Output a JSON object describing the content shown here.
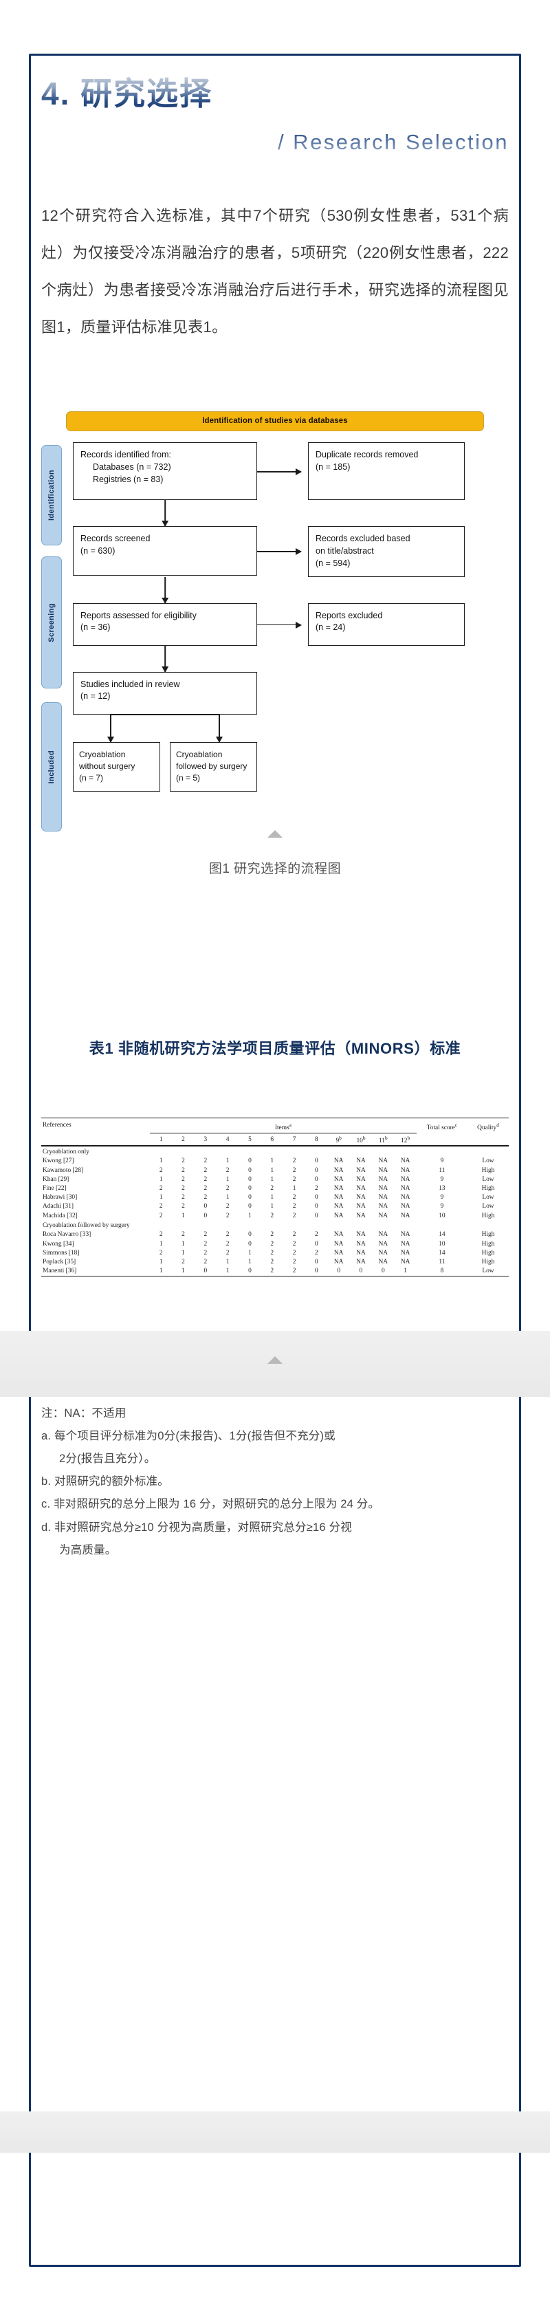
{
  "theme": {
    "frame_color": "#123266",
    "title_dark": "#14356b",
    "title_light": "#c6cfdd",
    "banner_yellow": "#f5b50f",
    "stage_blue": "#b6d1ea",
    "table_title_color": "#15325e"
  },
  "header": {
    "title_cn": "4. 研究选择",
    "title_en": "/ Research Selection"
  },
  "body": {
    "paragraph": "12个研究符合入选标准，其中7个研究（530例女性患者，531个病灶）为仅接受冷冻消融治疗的患者，5项研究（220例女性患者，222个病灶）为患者接受冷冻消融治疗后进行手术，研究选择的流程图见图1，质量评估标准见表1。"
  },
  "flowchart": {
    "banner": "Identification of studies via databases",
    "stages": [
      {
        "label": "Identification"
      },
      {
        "label": "Screening"
      },
      {
        "label": "Included"
      }
    ],
    "boxes": {
      "identified_title": "Records identified from:",
      "identified_line1": "Databases (n = 732)",
      "identified_line2": "Registries (n = 83)",
      "duplicates": "Duplicate records removed\n(n = 185)",
      "duplicates_line1": "Duplicate records removed",
      "duplicates_line2": "(n = 185)",
      "screened_line1": "Records screened",
      "screened_line2": "(n = 630)",
      "excluded_title_line1": "Records excluded based",
      "excluded_title_line2": "on title/abstract",
      "excluded_title_line3": "(n = 594)",
      "eligibility_line1": "Reports assessed for eligibility",
      "eligibility_line2": "(n = 36)",
      "reports_excluded_line1": "Reports excluded",
      "reports_excluded_line2": "(n = 24)",
      "included_line1": "Studies included in review",
      "included_line2": "(n = 12)",
      "leaf_a_line1": "Cryoablation",
      "leaf_a_line2": "without surgery",
      "leaf_a_line3": "(n = 7)",
      "leaf_b_line1": "Cryoablation",
      "leaf_b_line2": "followed by surgery",
      "leaf_b_line3": "(n = 5)"
    },
    "caption": "图1 研究选择的流程图"
  },
  "table": {
    "title": "表1 非随机研究方法学项目质量评估（MINORS）标准",
    "headers": {
      "references": "References",
      "items": "Items",
      "items_sup": "a",
      "total": "Total score",
      "total_sup": "c",
      "quality": "Quality",
      "quality_sup": "d"
    },
    "item_columns": [
      "1",
      "2",
      "3",
      "4",
      "5",
      "6",
      "7",
      "8",
      "9",
      "10",
      "11",
      "12"
    ],
    "item_sups": [
      "",
      "",
      "",
      "",
      "",
      "",
      "",
      "",
      "b",
      "b",
      "b",
      "b"
    ],
    "groups": [
      {
        "name": "Cryoablation only",
        "rows": [
          {
            "ref": "Kwong [27]",
            "items": [
              "1",
              "2",
              "2",
              "1",
              "0",
              "1",
              "2",
              "0",
              "NA",
              "NA",
              "NA",
              "NA"
            ],
            "total": "9",
            "quality": "Low"
          },
          {
            "ref": "Kawamoto [28]",
            "items": [
              "2",
              "2",
              "2",
              "2",
              "0",
              "1",
              "2",
              "0",
              "NA",
              "NA",
              "NA",
              "NA"
            ],
            "total": "11",
            "quality": "High"
          },
          {
            "ref": "Khan [29]",
            "items": [
              "1",
              "2",
              "2",
              "1",
              "0",
              "1",
              "2",
              "0",
              "NA",
              "NA",
              "NA",
              "NA"
            ],
            "total": "9",
            "quality": "Low"
          },
          {
            "ref": "Fine [22]",
            "items": [
              "2",
              "2",
              "2",
              "2",
              "0",
              "2",
              "1",
              "2",
              "NA",
              "NA",
              "NA",
              "NA"
            ],
            "total": "13",
            "quality": "High"
          },
          {
            "ref": "Habrawi [30]",
            "items": [
              "1",
              "2",
              "2",
              "1",
              "0",
              "1",
              "2",
              "0",
              "NA",
              "NA",
              "NA",
              "NA"
            ],
            "total": "9",
            "quality": "Low"
          },
          {
            "ref": "Adachi [31]",
            "items": [
              "2",
              "2",
              "0",
              "2",
              "0",
              "1",
              "2",
              "0",
              "NA",
              "NA",
              "NA",
              "NA"
            ],
            "total": "9",
            "quality": "Low"
          },
          {
            "ref": "Machida [32]",
            "items": [
              "2",
              "1",
              "0",
              "2",
              "1",
              "2",
              "2",
              "0",
              "NA",
              "NA",
              "NA",
              "NA"
            ],
            "total": "10",
            "quality": "High"
          }
        ]
      },
      {
        "name": "Cryoablation followed by surgery",
        "rows": [
          {
            "ref": "Roca Navarro [33]",
            "items": [
              "2",
              "2",
              "2",
              "2",
              "0",
              "2",
              "2",
              "2",
              "NA",
              "NA",
              "NA",
              "NA"
            ],
            "total": "14",
            "quality": "High"
          },
          {
            "ref": "Kwong [34]",
            "items": [
              "1",
              "1",
              "2",
              "2",
              "0",
              "2",
              "2",
              "0",
              "NA",
              "NA",
              "NA",
              "NA"
            ],
            "total": "10",
            "quality": "High"
          },
          {
            "ref": "Simmons [18]",
            "items": [
              "2",
              "1",
              "2",
              "2",
              "1",
              "2",
              "2",
              "2",
              "NA",
              "NA",
              "NA",
              "NA"
            ],
            "total": "14",
            "quality": "High"
          },
          {
            "ref": "Poplack [35]",
            "items": [
              "1",
              "2",
              "2",
              "1",
              "1",
              "2",
              "2",
              "0",
              "NA",
              "NA",
              "NA",
              "NA"
            ],
            "total": "11",
            "quality": "High"
          },
          {
            "ref": "Manenti [36]",
            "items": [
              "1",
              "1",
              "0",
              "1",
              "0",
              "2",
              "2",
              "0",
              "0",
              "0",
              "0",
              "1"
            ],
            "total": "8",
            "quality": "Low"
          }
        ]
      }
    ]
  },
  "notes": {
    "line_na": "注：NA：不适用",
    "line_a1": "a. 每个项目评分标准为0分(未报告)、1分(报告但不充分)或",
    "line_a2": "2分(报告且充分）。",
    "line_b": "b. 对照研究的额外标准。",
    "line_c": "c. 非对照研究的总分上限为 16 分，对照研究的总分上限为 24 分。",
    "line_d1": "d. 非对照研究总分≥10 分视为高质量，对照研究总分≥16 分视",
    "line_d2": "为高质量。"
  }
}
